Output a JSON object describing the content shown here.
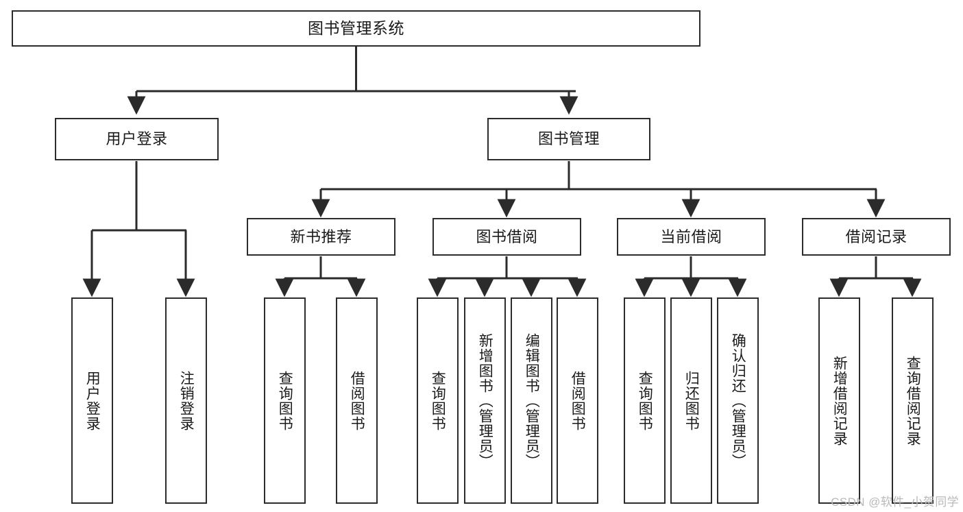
{
  "diagram": {
    "title": "图书管理系统",
    "type": "functional-structure-tree",
    "background": "#ffffff",
    "line_color": "#2b2b2b",
    "text_color": "#1a1a1a"
  },
  "nodes": {
    "root": {
      "label": "图书管理系统"
    },
    "level1": [
      {
        "id": "user-login",
        "label": "用户登录"
      },
      {
        "id": "book-manage",
        "label": "图书管理"
      }
    ],
    "level2": [
      {
        "id": "new-book-recommend",
        "label": "新书推荐"
      },
      {
        "id": "book-borrow",
        "label": "图书借阅"
      },
      {
        "id": "current-borrow",
        "label": "当前借阅"
      },
      {
        "id": "borrow-record",
        "label": "借阅记录"
      }
    ],
    "leaves": {
      "user_login": [
        {
          "id": "leaf-user-login",
          "label": "用户登录"
        },
        {
          "id": "leaf-logout-login",
          "label": "注销登录"
        }
      ],
      "new_book_recommend": [
        {
          "id": "leaf-query-book-1",
          "label": "查询图书"
        },
        {
          "id": "leaf-borrow-book-1",
          "label": "借阅图书"
        }
      ],
      "book_borrow": [
        {
          "id": "leaf-query-book-2",
          "label": "查询图书"
        },
        {
          "id": "leaf-add-book",
          "label": "新增图书（管理员）"
        },
        {
          "id": "leaf-edit-book",
          "label": "编辑图书（管理员）"
        },
        {
          "id": "leaf-borrow-book-2",
          "label": "借阅图书"
        }
      ],
      "current_borrow": [
        {
          "id": "leaf-query-book-3",
          "label": "查询图书"
        },
        {
          "id": "leaf-return-book",
          "label": "归还图书"
        },
        {
          "id": "leaf-confirm-return",
          "label": "确认归还（管理员）"
        }
      ],
      "borrow_record": [
        {
          "id": "leaf-add-record",
          "label": "新增借阅记录"
        },
        {
          "id": "leaf-query-record",
          "label": "查询借阅记录"
        }
      ]
    }
  },
  "watermark": {
    "text": "CSDN @软件_小贺同学"
  }
}
